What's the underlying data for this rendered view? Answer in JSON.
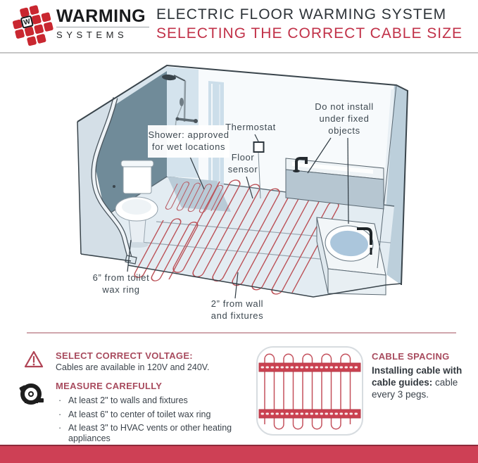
{
  "header": {
    "logo": {
      "mark_letter": "W",
      "name_top": "WARMING",
      "name_bottom": "SYSTEMS"
    },
    "title_line1": "ELECTRIC FLOOR WARMING SYSTEM",
    "title_line2": "SELECTING THE CORRECT CABLE SIZE"
  },
  "diagram": {
    "labels": {
      "shower_line1": "Shower: approved",
      "shower_line2": "for wet locations",
      "thermostat": "Thermostat",
      "floor_sensor_line1": "Floor",
      "floor_sensor_line2": "sensor",
      "fixed_line1": "Do not install",
      "fixed_line2": "under fixed",
      "fixed_line3": "objects",
      "toilet_line1": "6” from toilet",
      "toilet_line2": "wax ring",
      "wall_line1": "2” from wall",
      "wall_line2": "and fixtures"
    }
  },
  "instructions": {
    "voltage": {
      "heading": "SELECT CORRECT VOLTAGE:",
      "body": "Cables are available in 120V and 240V."
    },
    "measure": {
      "heading": "MEASURE CAREFULLY",
      "bullet_char": "·",
      "bullets": [
        "At least 2\" to walls and fixtures",
        "At least 6\" to center of toilet wax ring",
        "At least 3\" to HVAC vents or other heating appliances"
      ]
    },
    "cable_spacing": {
      "heading": "CABLE SPACING",
      "bold_text": "Installing cable with cable guides:",
      "normal_text": "cable every 3 pegs."
    }
  },
  "colors": {
    "accent_red": "#c13148",
    "heading_red": "#a84b5e",
    "footer_red": "#ce4055",
    "cable_red": "#bb5056",
    "text_dark": "#3b434b"
  }
}
